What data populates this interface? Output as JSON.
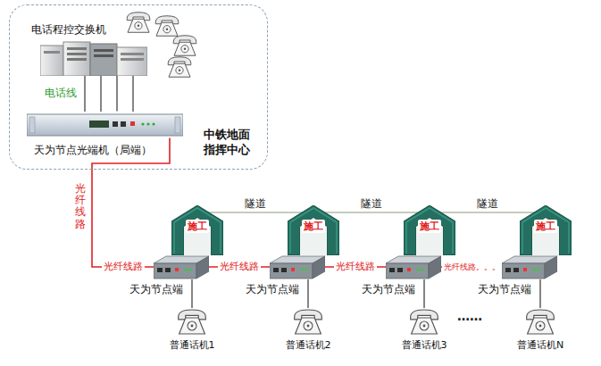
{
  "diagram": {
    "nodes": [
      {
        "text": [
          "中铁地面 指挥中心"
        ]
      },
      {
        "text": [
          "电话程控交换机"
        ],
        "in": 0
      },
      {
        "text": [
          "天为节点光端机（局端）"
        ],
        "in": 0
      },
      {
        "text": [
          "施工"
        ]
      },
      {
        "text": [
          "施工"
        ]
      },
      {
        "text": [
          "施工"
        ]
      },
      {
        "text": [
          "施工"
        ]
      },
      {
        "text": [
          "天为节点端"
        ]
      },
      {
        "text": [
          "天为节点端"
        ]
      },
      {
        "text": [
          "天为节点端"
        ]
      },
      {
        "text": [
          "天为节点端"
        ]
      },
      {
        "text": [
          "普通话机1"
        ]
      },
      {
        "text": [
          "普通话机2"
        ]
      },
      {
        "text": [
          "普通话机3"
        ]
      },
      {
        "text": [
          "普通话机N"
        ]
      }
    ],
    "edges": [
      {
        "from": 1,
        "to": 2,
        "arrow": "none",
        "label": "电话线"
      },
      {
        "from": 2,
        "to": 7,
        "arrow": "none",
        "label": "光纤线路"
      },
      {
        "from": 7,
        "to": 8,
        "arrow": "none",
        "label": "光纤线路"
      },
      {
        "from": 8,
        "to": 9,
        "arrow": "none",
        "label": "光纤线路"
      },
      {
        "from": 9,
        "to": 10,
        "arrow": "none",
        "label": "光纤线路。。。"
      },
      {
        "from": 7,
        "to": 11,
        "arrow": "none"
      },
      {
        "from": 8,
        "to": 12,
        "arrow": "none"
      },
      {
        "from": 9,
        "to": 13,
        "arrow": "none"
      },
      {
        "from": 10,
        "to": 14,
        "arrow": "none"
      }
    ],
    "labels": [
      "光纤线路",
      "隧道",
      "隧道",
      "隧道",
      "……"
    ]
  }
}
